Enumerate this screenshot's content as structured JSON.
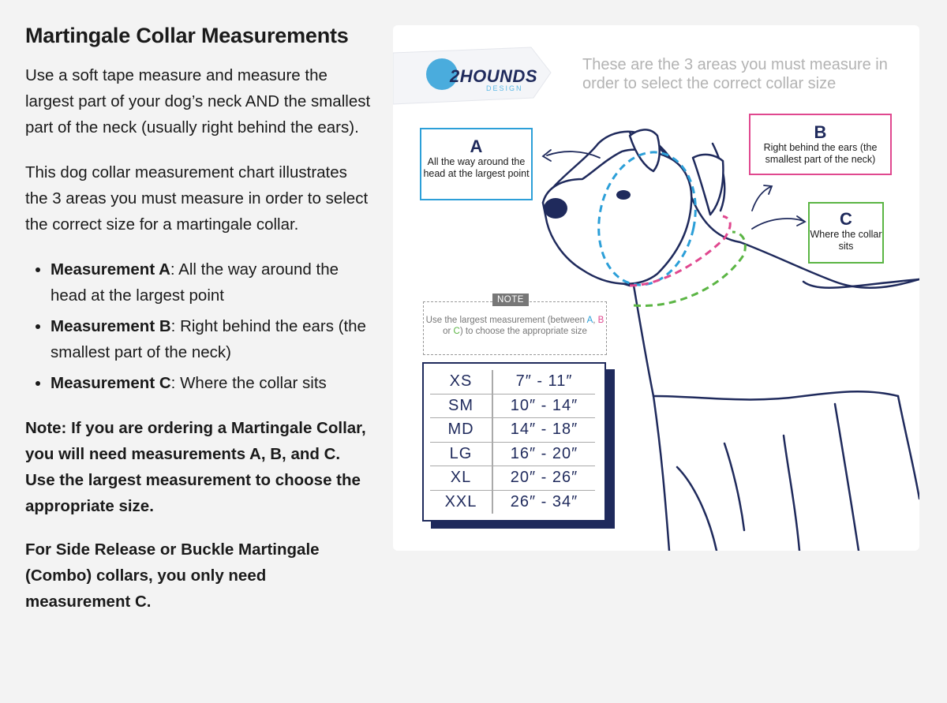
{
  "left": {
    "title": "Martingale Collar Measurements",
    "para1": "Use a soft tape measure and measure the largest part of your dog’s neck AND the smallest part of the neck (usually right behind the ears).",
    "para2": "This dog collar measurement chart illustrates the 3 areas you must measure in order to select the correct size for a martingale collar.",
    "bullets": [
      {
        "term": "Measurement A",
        "desc": ": All the way around the head at the largest point"
      },
      {
        "term": "Measurement B",
        "desc": ": Right behind the ears (the smallest part of the neck)"
      },
      {
        "term": "Measurement C",
        "desc": ": Where the collar sits"
      }
    ],
    "note": "Note:  If you are ordering a Martingale Collar, you will need measurements A, B, and C.  Use the largest measurement to choose the appropriate size.",
    "combo": "For Side Release or Buckle Martingale (Combo) collars, you only need measurement C."
  },
  "chart": {
    "logo_main": "2HOUNDS",
    "logo_sub": "DESIGN",
    "headline": "These are the 3 areas you must measure in order to select the correct collar size",
    "box_a": {
      "letter": "A",
      "text": "All the way around the head at the largest point"
    },
    "box_b": {
      "letter": "B",
      "text": "Right behind the ears (the smallest part of the neck)"
    },
    "box_c": {
      "letter": "C",
      "text": "Where the collar sits"
    },
    "note_tag": "NOTE",
    "note_pre": "Use the largest measurement (between ",
    "note_a": "A",
    "note_sep1": ", ",
    "note_b": "B",
    "note_or": " or ",
    "note_c": "C",
    "note_post": ") to choose the appropriate size",
    "sizes": [
      {
        "size": "XS",
        "range": "7″ - 11″"
      },
      {
        "size": "SM",
        "range": "10″ - 14″"
      },
      {
        "size": "MD",
        "range": "14″ - 18″"
      },
      {
        "size": "LG",
        "range": "16″ - 20″"
      },
      {
        "size": "XL",
        "range": "20″ - 26″"
      },
      {
        "size": "XXL",
        "range": "26″ - 34″"
      }
    ],
    "colors": {
      "a": "#2c9fd8",
      "b": "#e0488f",
      "c": "#5bb544",
      "navy": "#1f2a5c"
    }
  }
}
